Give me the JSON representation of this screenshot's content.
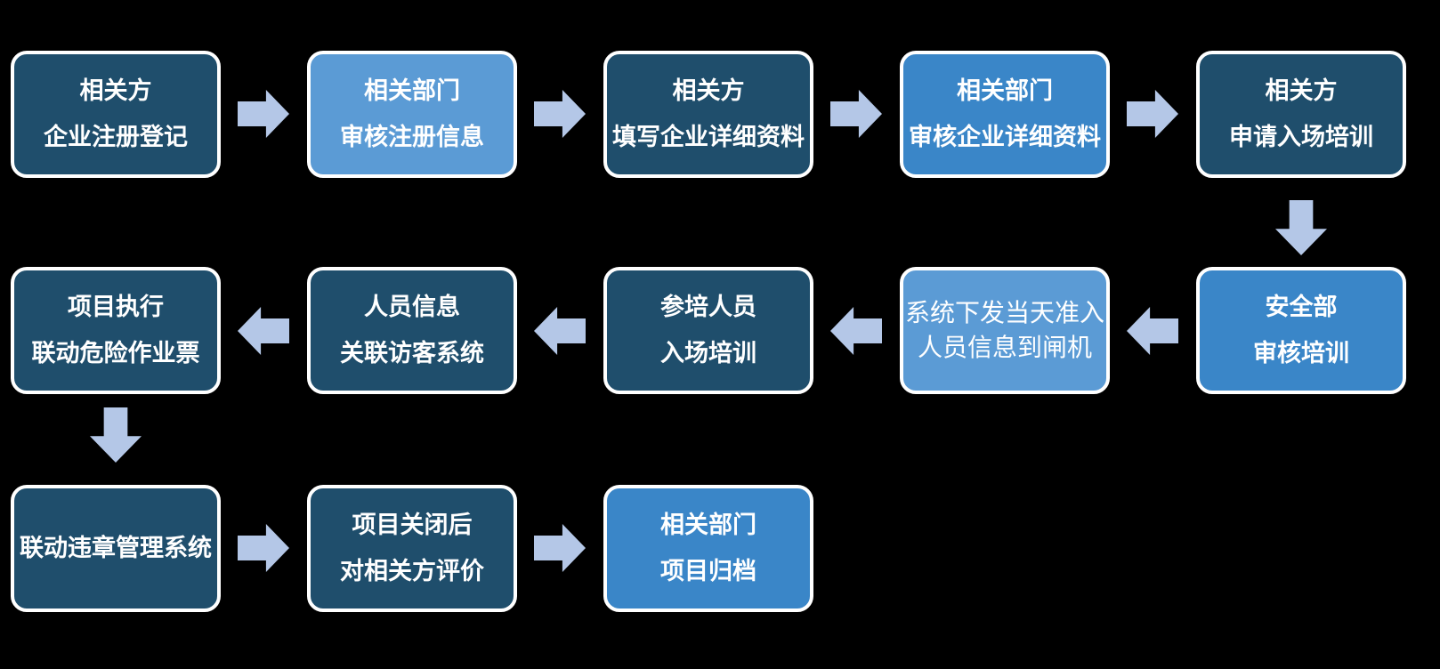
{
  "colors": {
    "background": "#000000",
    "box_dark": "#1F4E6C",
    "box_mid": "#3A86C8",
    "box_light": "#5B9BD5",
    "arrow": "#B4C7E7",
    "border": "#FFFFFF",
    "text": "#FFFFFF"
  },
  "diagram": {
    "type": "flowchart",
    "nodes": [
      {
        "id": "n1",
        "variant": "dark",
        "lines": [
          "相关方",
          "企业注册登记"
        ]
      },
      {
        "id": "n2",
        "variant": "light",
        "lines": [
          "相关部门",
          "审核注册信息"
        ]
      },
      {
        "id": "n3",
        "variant": "dark",
        "lines": [
          "相关方",
          "填写企业详细资料"
        ]
      },
      {
        "id": "n4",
        "variant": "mid",
        "lines": [
          "相关部门",
          "审核企业详细资料"
        ]
      },
      {
        "id": "n5",
        "variant": "dark",
        "lines": [
          "相关方",
          "申请入场培训"
        ]
      },
      {
        "id": "n6",
        "variant": "mid",
        "lines": [
          "安全部",
          "审核培训"
        ]
      },
      {
        "id": "n7",
        "variant": "light",
        "lines": [
          "系统下发当天准入",
          "人员信息到闸机"
        ],
        "text_weight": "regular"
      },
      {
        "id": "n8",
        "variant": "dark",
        "lines": [
          "参培人员",
          "入场培训"
        ]
      },
      {
        "id": "n9",
        "variant": "dark",
        "lines": [
          "人员信息",
          "关联访客系统"
        ]
      },
      {
        "id": "n10",
        "variant": "dark",
        "lines": [
          "项目执行",
          "联动危险作业票"
        ]
      },
      {
        "id": "n11",
        "variant": "dark",
        "lines": [
          "联动违章管理系统"
        ]
      },
      {
        "id": "n12",
        "variant": "dark",
        "lines": [
          "项目关闭后",
          "对相关方评价"
        ]
      },
      {
        "id": "n13",
        "variant": "mid",
        "lines": [
          "相关部门",
          "项目归档"
        ]
      }
    ],
    "edges": [
      {
        "from": "n1",
        "to": "n2",
        "direction": "right"
      },
      {
        "from": "n2",
        "to": "n3",
        "direction": "right"
      },
      {
        "from": "n3",
        "to": "n4",
        "direction": "right"
      },
      {
        "from": "n4",
        "to": "n5",
        "direction": "right"
      },
      {
        "from": "n5",
        "to": "n6",
        "direction": "down"
      },
      {
        "from": "n6",
        "to": "n7",
        "direction": "left"
      },
      {
        "from": "n7",
        "to": "n8",
        "direction": "left"
      },
      {
        "from": "n8",
        "to": "n9",
        "direction": "left"
      },
      {
        "from": "n9",
        "to": "n10",
        "direction": "left"
      },
      {
        "from": "n10",
        "to": "n11",
        "direction": "down"
      },
      {
        "from": "n11",
        "to": "n12",
        "direction": "right"
      },
      {
        "from": "n12",
        "to": "n13",
        "direction": "right"
      }
    ]
  }
}
